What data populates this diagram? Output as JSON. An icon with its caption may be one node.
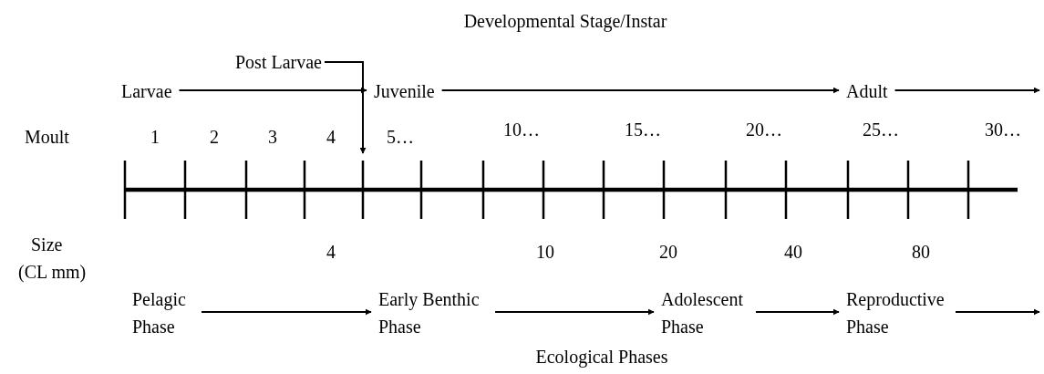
{
  "diagram": {
    "nodes": [
      {
        "text": [
          "Larvae"
        ]
      },
      {
        "text": [
          "Juvenile"
        ]
      },
      {
        "text": [
          "Adult"
        ]
      },
      {
        "text": [
          "Post Larvae"
        ]
      },
      {
        "text": [
          "Pelagic Phase"
        ]
      },
      {
        "text": [
          "Early Benthic Phase"
        ]
      },
      {
        "text": [
          "Adolescent Phase"
        ]
      },
      {
        "text": [
          "Reproductive Phase"
        ]
      }
    ],
    "edges": [
      {
        "from": 0,
        "to": 1,
        "arrow": "to"
      },
      {
        "from": 1,
        "to": 2,
        "arrow": "to"
      },
      {
        "from": 2,
        "to": null,
        "arrow": "to"
      },
      {
        "from": 3,
        "to": null,
        "arrow": "to"
      },
      {
        "from": 4,
        "to": 5,
        "arrow": "to"
      },
      {
        "from": 5,
        "to": 6,
        "arrow": "to"
      },
      {
        "from": 6,
        "to": 7,
        "arrow": "to"
      },
      {
        "from": 7,
        "to": null,
        "arrow": "to"
      }
    ],
    "labels": [
      "Developmental Stage/Instar",
      "Moult",
      "1",
      "2",
      "3",
      "4",
      "5…",
      "10…",
      "15…",
      "20…",
      "25…",
      "30…",
      "Size (CL mm)",
      "4",
      "10",
      "20",
      "40",
      "80",
      "Ecological Phases"
    ]
  }
}
